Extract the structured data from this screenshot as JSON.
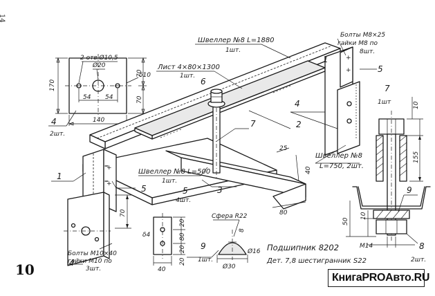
{
  "page_number": "14",
  "figure_number": "10",
  "watermark": "КнигаPROАвто.RU",
  "plate": {
    "holes_label": "2 отв.Ø10,5",
    "center_hole": "Ø20",
    "dim_54a": "54",
    "dim_54b": "54",
    "dim_140": "140",
    "dim_170": "170",
    "dim_70a": "70",
    "dim_70b": "70",
    "thickness": "δ10",
    "part_no": "4",
    "qty": "2шт."
  },
  "callouts": {
    "sheet": "Лист 4×80×1300",
    "sheet_qty": "1шт.",
    "channel_long": "Швеллер №8 L=1880",
    "channel_long_qty": "1шт.",
    "bolts_m8": "Болты М8×25",
    "nuts_m8": "гайки М8 по",
    "nuts_m8_qty": "8шт.",
    "channel_500": "Швеллер №8 L=500",
    "channel_500_qty": "1шт.",
    "channel_750a": "Швеллер №8",
    "channel_750b": "L=750, 2шт.",
    "bolts_m10": "Болты М10×40",
    "nuts_m10": "гайки М10 по",
    "nuts_m10_qty": "3шт.",
    "sphere": "Сфера R22",
    "bearing": "Подшипник 8202",
    "hex_note": "Дет. 7,8 шестигранник  S22"
  },
  "part_labels": [
    "1",
    "1",
    "2",
    "3",
    "4",
    "4",
    "5",
    "5",
    "6",
    "7",
    "7",
    "8",
    "9",
    "9",
    "5"
  ],
  "dims": {
    "d25": "25",
    "d40": "40",
    "d80": "80",
    "d70": "70",
    "d10a": "10",
    "d155": "155",
    "d50": "50",
    "d10b": "10",
    "m14": "М14",
    "wst": "1шт",
    "qty2": "2шт.",
    "p5_qty": "4шт.",
    "p5_thk": "δ4",
    "p5_20a": "20",
    "p5_80": "80",
    "p5_20b": "20",
    "p5_40": "40",
    "p5_20c": "20",
    "p9_8": "8",
    "p9_16": "Ø16",
    "p9_30": "Ø30",
    "p9_qty": "1шт."
  }
}
